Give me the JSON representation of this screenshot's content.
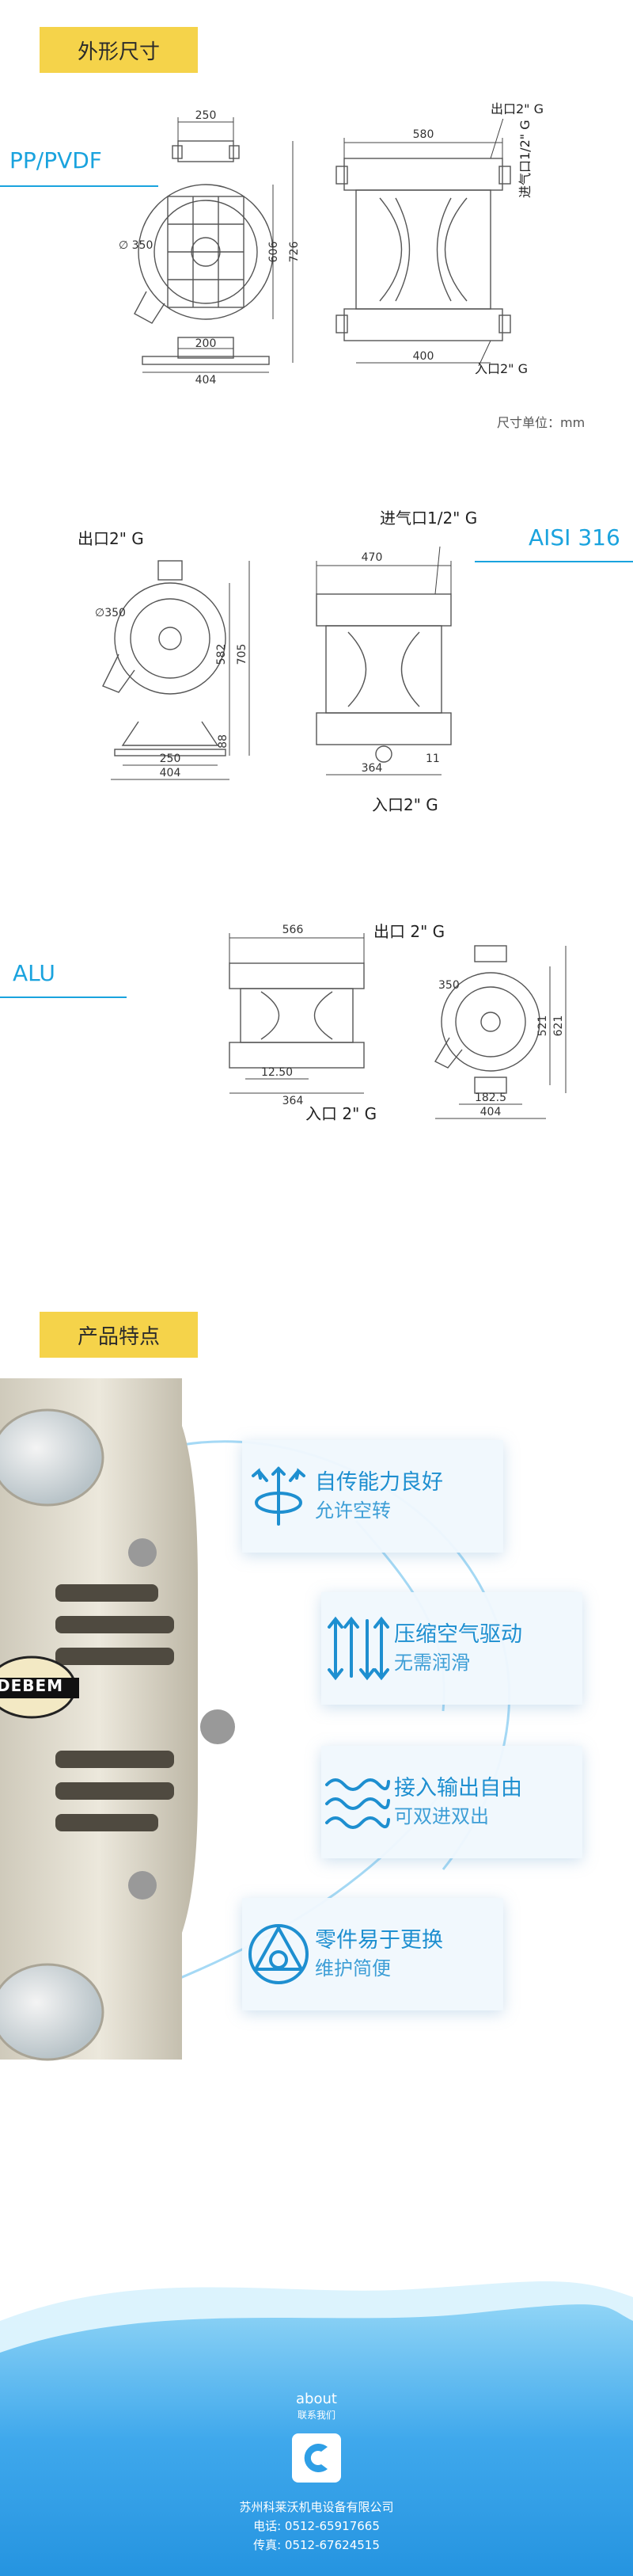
{
  "section1": {
    "title": "外形尺寸"
  },
  "pp": {
    "material": "PP/PVDF",
    "dims": {
      "w_top": "250",
      "diam": "∅ 350",
      "h1": "606",
      "h2": "726",
      "w_base": "200",
      "w_total": "404",
      "w_side": "580",
      "w_side_base": "400"
    },
    "labels": {
      "outlet": "出口2\" G",
      "air": "进气口1/2\" G",
      "inlet": "入口2\" G"
    },
    "unit_note": "尺寸单位：mm"
  },
  "aisi": {
    "material": "AISI 316",
    "dims": {
      "diam": "∅350",
      "h1": "582",
      "h2": "705",
      "h3": "88",
      "w_base": "250",
      "w_total": "404",
      "w_side": "470",
      "w_side_base": "364",
      "small": "11"
    },
    "labels": {
      "outlet": "出口2\" G",
      "air": "进气口1/2\" G",
      "inlet": "入口2\" G"
    }
  },
  "alu": {
    "material": "ALU",
    "dims": {
      "w_side": "566",
      "small": "12.50",
      "w_side_base": "364",
      "diam": "350",
      "h1": "521",
      "h2": "621",
      "w_base": "182.5",
      "w_total": "404"
    },
    "labels": {
      "outlet": "出口 2\" G",
      "inlet": "入口 2\" G"
    }
  },
  "section2": {
    "title": "产品特点"
  },
  "brand": "DEBEM",
  "features": [
    {
      "icon": "self-priming-icon",
      "title": "自传能力良好",
      "sub": "允许空转"
    },
    {
      "icon": "air-drive-icon",
      "title": "压缩空气驱动",
      "sub": "无需润滑"
    },
    {
      "icon": "wave-icon",
      "title": "接入输出自由",
      "sub": "可双进双出"
    },
    {
      "icon": "valve-icon",
      "title": "零件易于更换",
      "sub": "维护简便"
    }
  ],
  "footer": {
    "about": "about",
    "contact": "联系我们",
    "company": "苏州科莱沃机电设备有限公司",
    "phone": "电话: 0512-65917665",
    "fax": "传真: 0512-67624515"
  },
  "colors": {
    "accent": "#1aa3de",
    "tag": "#f5d34a",
    "footer_blue": "#2e9fe6"
  }
}
